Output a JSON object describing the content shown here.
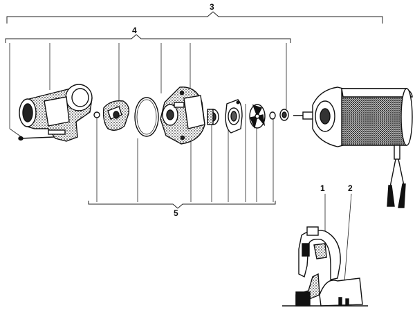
{
  "diagram": {
    "callouts": {
      "c1": "1",
      "c2": "2",
      "c3": "3",
      "c4": "4",
      "c5": "5"
    },
    "colors": {
      "ink": "#111111",
      "paper": "#ffffff",
      "stipple": "#6a6a6a"
    }
  }
}
